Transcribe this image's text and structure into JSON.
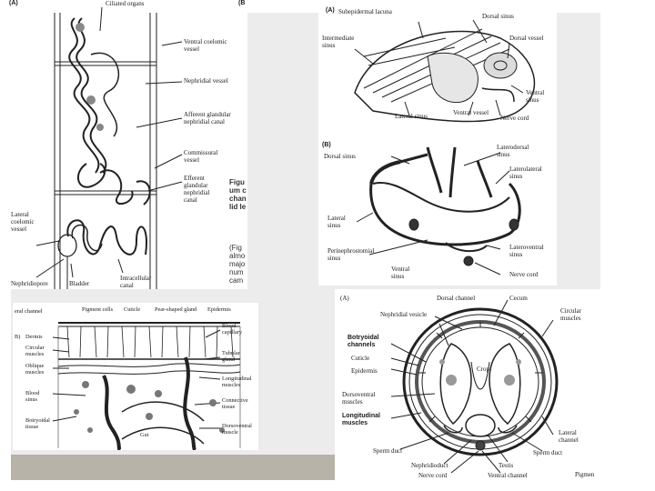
{
  "panel1": {
    "letter": "(A)",
    "letter_b": "(B",
    "labels": {
      "ciliated_organs": "Ciliated organs",
      "ventral_coelomic_vessel": "Ventral coelomic\nvessel",
      "nephridial_vessel": "Nephridial vessel",
      "afferent_canal": "Afferent glandular\nnephridial canal",
      "commissural_vessel": "Commissural\nvessel",
      "efferent_canal": "Efferent\nglandular\nnephridial\ncanal",
      "lateral_coelomic_vessel": "Lateral\ncoelomic\nvessel",
      "nephridiopore": "Nephridiopore",
      "bladder": "Bladder",
      "intracellular_canal": "Intracellular\ncanal"
    }
  },
  "caption_fragments": {
    "fig1": "Figu\num c\nchan\nlid le",
    "fig2": "(Fig\nalmo\nmajo\nnum\ncam"
  },
  "panel2": {
    "letter_a": "(A)",
    "letter_b": "(B)",
    "labels": {
      "subepidermal_lacuna": "Subepidermal lacuna",
      "dorsal_sinus_a": "Dorsal sinus",
      "dorsal_vessel": "Dorsal vessel",
      "intermediate_sinus": "Intermediate\nsinus",
      "ventral_sinus": "Ventral\nsinus",
      "lateral_sinus_a": "Lateral sinus",
      "ventral_vessel": "Ventral vessel",
      "nerve_cord_a": "Nerve cord",
      "dorsal_sinus_b": "Dorsal sinus",
      "laterodorsal_sinus": "Laterodorsal\nsinus",
      "laterolateral_sinus": "Laterolateral\nsinus",
      "lateral_sinus_b": "Lateral\nsinus",
      "perinephrostomial_sinus": "Perinephrostomial\nsinus",
      "lateroventral_sinus": "Lateroventral\nsinus",
      "ventral_sinus_b": "Ventral\nsinus",
      "nerve_cord_b": "Nerve cord"
    }
  },
  "panel3": {
    "labels": {
      "lateral_channel": "eral channel",
      "letter_b": "B)",
      "pigment_cells": "Pigment cells",
      "cuticle": "Cuticle",
      "pear_shaped_gland": "Pear-shaped gland",
      "epidermis": "Epidermis",
      "dermis": "Dermis",
      "blood_capillary": "Blood\ncapillary",
      "circular_muscles": "Circular\nmuscles",
      "oblique_muscles": "Oblique\nmuscles",
      "tubular_gland": "Tubular\ngland",
      "longitudinal_muscles": "Longitudinal\nmuscles",
      "blood_sinus": "Blood\nsinus",
      "connective_tissue": "Connective\ntissue",
      "botryoidal_tissue": "Botryoidal\ntissue",
      "gut": "Gut",
      "dorsoventral_muscle": "Dorsoventral\nmuscle"
    }
  },
  "panel4": {
    "letter": "(A)",
    "labels": {
      "dorsal_channel": "Dorsal channel",
      "cecum": "Cecum",
      "nephridial_vesicle": "Nephridial vesicle",
      "circular_muscles": "Circular\nmuscles",
      "botryoidal_channels": "Botryoidal\nchannels",
      "crop": "Crop",
      "cuticle": "Cuticle",
      "epidermis": "Epidermis",
      "dorsoventral_muscles": "Dorsoventral\nmuscles",
      "longitudinal_muscles": "Longitudinal\nmuscles",
      "lateral_channel": "Lateral\nchannel",
      "sperm_duct_left": "Sperm duct",
      "sperm_duct_right": "Sperm duct",
      "nephridioduct": "Nephridioduct",
      "testis": "Testis",
      "nerve_cord": "Nerve cord",
      "ventral_channel": "Ventral channel",
      "pigment": "Pigmen"
    }
  }
}
